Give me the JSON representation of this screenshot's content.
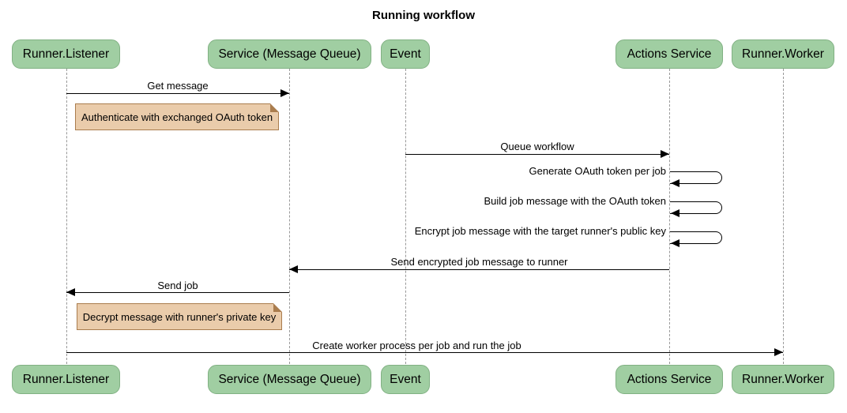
{
  "title": "Running workflow",
  "colors": {
    "background": "#ffffff",
    "text": "#000000",
    "actor_fill": "#a0cea2",
    "actor_border": "#81b183",
    "note_fill": "#eaccab",
    "note_border": "#aa7d4e",
    "lifeline": "#999999",
    "arrow": "#000000"
  },
  "participants": [
    {
      "label": "Runner.Listener"
    },
    {
      "label": "Service (Message Queue)"
    },
    {
      "label": "Event"
    },
    {
      "label": "Actions Service"
    },
    {
      "label": "Runner.Worker"
    }
  ],
  "messages": [
    {
      "label": "Get message",
      "from": "Runner.Listener",
      "to": "Service (Message Queue)",
      "type": "arrow"
    },
    {
      "label": "Queue workflow",
      "from": "Event",
      "to": "Actions Service",
      "type": "arrow"
    },
    {
      "label": "Generate OAuth token per job",
      "from": "Actions Service",
      "to": "Actions Service",
      "type": "self"
    },
    {
      "label": "Build job message with the OAuth token",
      "from": "Actions Service",
      "to": "Actions Service",
      "type": "self"
    },
    {
      "label": "Encrypt job message with the target runner's public key",
      "from": "Actions Service",
      "to": "Actions Service",
      "type": "self"
    },
    {
      "label": "Send encrypted job message to runner",
      "from": "Actions Service",
      "to": "Service (Message Queue)",
      "type": "arrow"
    },
    {
      "label": "Send job",
      "from": "Service (Message Queue)",
      "to": "Runner.Listener",
      "type": "arrow"
    },
    {
      "label": "Create worker process per job and run the job",
      "from": "Runner.Listener",
      "to": "Runner.Worker",
      "type": "arrow"
    }
  ],
  "notes": [
    {
      "label": "Authenticate with exchanged OAuth token",
      "over": "Runner.Listener"
    },
    {
      "label": "Decrypt message with runner's private key",
      "over": "Runner.Listener"
    }
  ]
}
